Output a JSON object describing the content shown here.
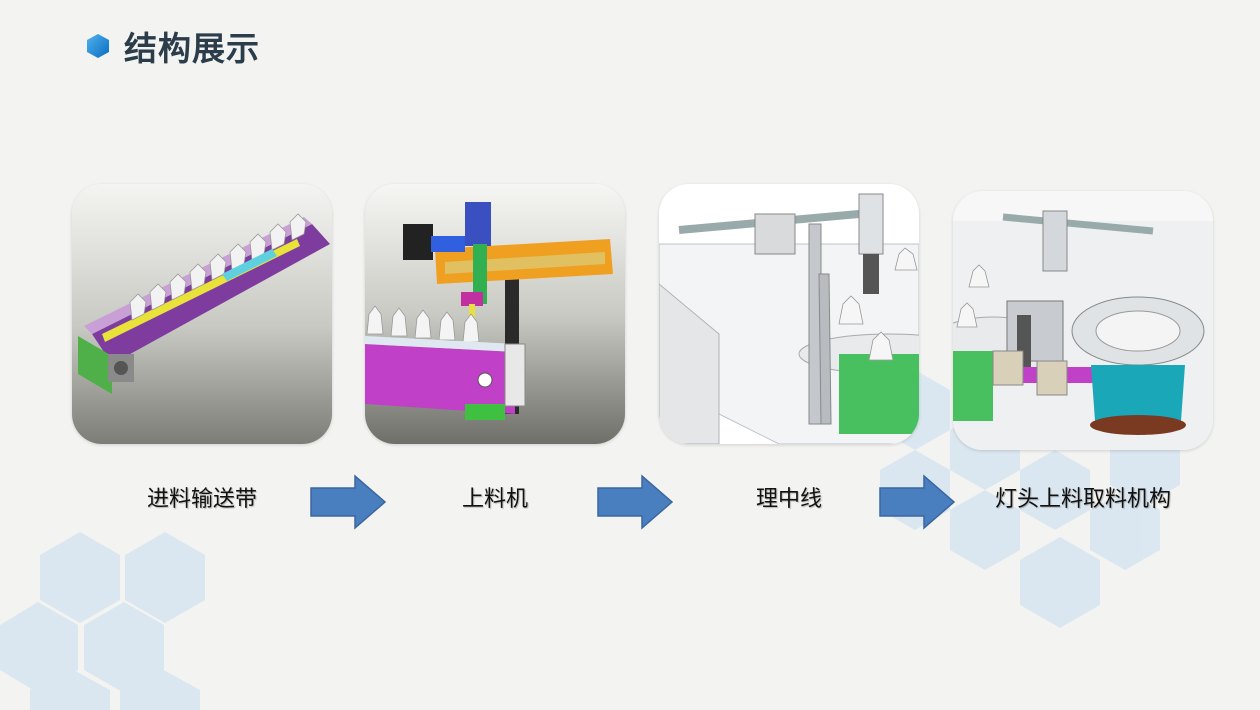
{
  "header": {
    "title": "结构展示",
    "icon": "hexagon-bullet-icon",
    "icon_color": "#1f8fd8"
  },
  "steps": [
    {
      "label": "进料输送带",
      "image": "feed-conveyor-cad-image"
    },
    {
      "label": "上料机",
      "image": "loading-machine-cad-image"
    },
    {
      "label": "理中线",
      "image": "centering-line-cad-image"
    },
    {
      "label": "灯头上料取料机构",
      "image": "lamp-cap-pick-mechanism-cad-image"
    }
  ],
  "connectors": {
    "icon": "right-arrow-icon",
    "color": "#4a7fbf"
  },
  "colors": {
    "title": "#2b3c4b",
    "accent": "#1f8fd8",
    "hexagons": "#d7e6f1"
  }
}
